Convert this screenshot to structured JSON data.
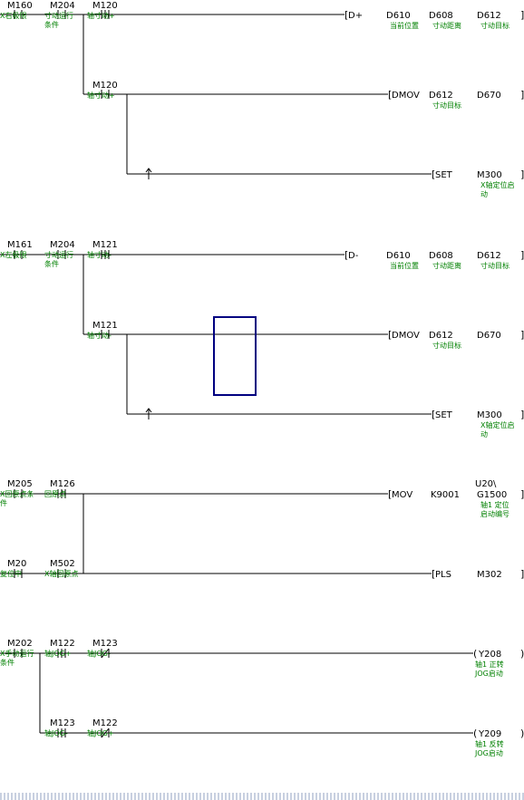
{
  "colors": {
    "line": "#000000",
    "comment": "#008000",
    "selection": "#000080",
    "background": "#ffffff"
  },
  "blocks": [
    {
      "labels": [
        {
          "id": "b1-c1",
          "dev": "M160",
          "cmt": [
            "X右极限"
          ]
        },
        {
          "id": "b1-c2",
          "dev": "M204",
          "cmt": [
            "寸动运行",
            "条件"
          ]
        },
        {
          "id": "b1-c3",
          "dev": "M120",
          "cmt": [
            "轴寸动+"
          ]
        },
        {
          "id": "b1-o1",
          "dev": "D+"
        },
        {
          "id": "b1-o1a",
          "dev": "D610",
          "cmt": [
            "当前位置"
          ]
        },
        {
          "id": "b1-o1b",
          "dev": "D608",
          "cmt": [
            "寸动距离"
          ]
        },
        {
          "id": "b1-o1c",
          "dev": "D612",
          "cmt": [
            "寸动目标"
          ]
        },
        {
          "id": "b1-c4",
          "dev": "M120",
          "cmt": [
            "轴寸动+"
          ]
        },
        {
          "id": "b1-o2",
          "dev": "DMOV"
        },
        {
          "id": "b1-o2a",
          "dev": "D612",
          "cmt": [
            "寸动目标"
          ]
        },
        {
          "id": "b1-o2b",
          "dev": "D670"
        },
        {
          "id": "b1-o3",
          "dev": "SET"
        },
        {
          "id": "b1-o3a",
          "dev": "M300",
          "cmt": [
            "X轴定位启",
            "动"
          ]
        }
      ]
    },
    {
      "labels": [
        {
          "id": "b2-c1",
          "dev": "M161",
          "cmt": [
            "X左极限"
          ]
        },
        {
          "id": "b2-c2",
          "dev": "M204",
          "cmt": [
            "寸动运行",
            "条件"
          ]
        },
        {
          "id": "b2-c3",
          "dev": "M121",
          "cmt": [
            "轴寸动-"
          ]
        },
        {
          "id": "b2-o1",
          "dev": "D-"
        },
        {
          "id": "b2-o1a",
          "dev": "D610",
          "cmt": [
            "当前位置"
          ]
        },
        {
          "id": "b2-o1b",
          "dev": "D608",
          "cmt": [
            "寸动距离"
          ]
        },
        {
          "id": "b2-o1c",
          "dev": "D612",
          "cmt": [
            "寸动目标"
          ]
        },
        {
          "id": "b2-c4",
          "dev": "M121",
          "cmt": [
            "轴寸动-"
          ]
        },
        {
          "id": "b2-o2",
          "dev": "DMOV"
        },
        {
          "id": "b2-o2a",
          "dev": "D612",
          "cmt": [
            "寸动目标"
          ]
        },
        {
          "id": "b2-o2b",
          "dev": "D670"
        },
        {
          "id": "b2-o3",
          "dev": "SET"
        },
        {
          "id": "b2-o3a",
          "dev": "M300",
          "cmt": [
            "X轴定位启",
            "动"
          ]
        }
      ]
    },
    {
      "labels": [
        {
          "id": "b3-c1",
          "dev": "M205",
          "cmt": [
            "X回原点条",
            "件"
          ]
        },
        {
          "id": "b3-c2",
          "dev": "M126",
          "cmt": [
            "回原点"
          ]
        },
        {
          "id": "b3-o1",
          "dev": "MOV"
        },
        {
          "id": "b3-o1a",
          "dev": "K9001"
        },
        {
          "id": "b3-o1b",
          "dev": "U20\\",
          "cmt": []
        },
        {
          "id": "b3-o1c",
          "dev": "G1500",
          "cmt": [
            "轴1 定位",
            "启动编号"
          ]
        },
        {
          "id": "b3-c3",
          "dev": "M20",
          "cmt": [
            "复位中"
          ]
        },
        {
          "id": "b3-c4",
          "dev": "M502",
          "cmt": [
            "X轴回原点"
          ]
        },
        {
          "id": "b3-o2",
          "dev": "PLS"
        },
        {
          "id": "b3-o2a",
          "dev": "M302"
        }
      ]
    },
    {
      "labels": [
        {
          "id": "b4-c1",
          "dev": "M202",
          "cmt": [
            "X手动运行",
            "条件"
          ]
        },
        {
          "id": "b4-c2",
          "dev": "M122",
          "cmt": [
            "轴JOG+"
          ]
        },
        {
          "id": "b4-c3",
          "dev": "M123",
          "cmt": [
            "轴JOG-"
          ]
        },
        {
          "id": "b4-o1",
          "dev": "Y208",
          "cmt": [
            "轴1 正转",
            "JOG启动"
          ]
        },
        {
          "id": "b4-c4",
          "dev": "M123",
          "cmt": [
            "轴JOG-"
          ]
        },
        {
          "id": "b4-c5",
          "dev": "M122",
          "cmt": [
            "轴JOG+"
          ]
        },
        {
          "id": "b4-o2",
          "dev": "Y209",
          "cmt": [
            "轴1 反转",
            "JOG启动"
          ]
        }
      ]
    }
  ]
}
